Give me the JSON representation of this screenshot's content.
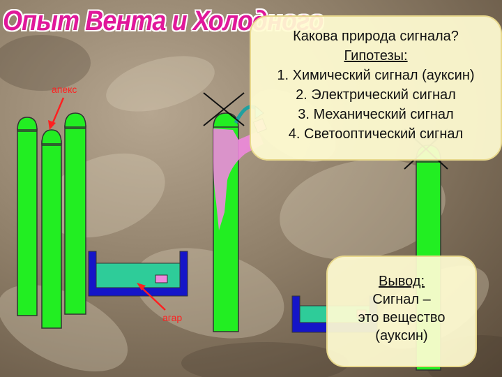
{
  "title": "Опыт Вента и Холодного",
  "labels": {
    "apex": "апекс",
    "agar": "агар"
  },
  "hypotheses_box": {
    "question": "Какова природа сигнала?",
    "heading": "Гипотезы:",
    "items": [
      "1. Химический сигнал (ауксин)",
      "2. Электрический сигнал",
      "3. Механический сигнал",
      "4. Светооптический сигнал"
    ]
  },
  "conclusion_box": {
    "heading": "Вывод:",
    "lines": [
      "Сигнал –",
      "это вещество",
      "(ауксин)"
    ]
  },
  "colors": {
    "coleoptile": "#22ee22",
    "agar_block": "#2ecc99",
    "dish": "#1515c8",
    "auxin": "#ee88dd",
    "title": "#e0189a",
    "label": "#ff2020"
  }
}
